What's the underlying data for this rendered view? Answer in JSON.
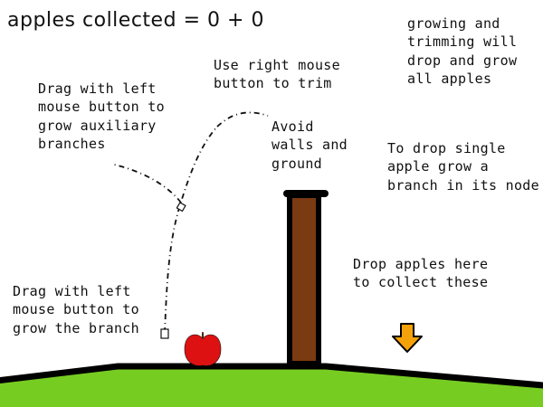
{
  "hud": {
    "score_label": "apples collected",
    "score_equals": "=",
    "score_a": "0",
    "score_plus": "+",
    "score_b": "0"
  },
  "hints": {
    "growing_trimming": [
      "growing and",
      "trimming will",
      "drop and grow",
      "all apples"
    ],
    "right_mouse": [
      "Use right mouse",
      "button to trim"
    ],
    "auxiliary": [
      "Drag with left",
      "mouse button to",
      "grow auxiliary",
      "branches"
    ],
    "avoid": [
      "Avoid",
      "walls and",
      "ground"
    ],
    "drop_single": [
      "To drop single",
      "apple grow a",
      "branch in its node"
    ],
    "drop_here": [
      "Drop apples here",
      "to collect these"
    ],
    "grow_branch": [
      "Drag with left",
      "mouse button to",
      "grow the branch"
    ]
  },
  "colors": {
    "ground_fill": "#77cc22",
    "ground_outline": "#000000",
    "wall_fill": "#7a3b12",
    "wall_outline": "#000000",
    "apple": "#dd1111",
    "apple_stem": "#4a2a0a",
    "arrow_fill": "#f5a20a",
    "arrow_outline": "#000000",
    "dashed_line": "#111111"
  },
  "icons": {
    "drop_arrow": "down-arrow-icon",
    "apple": "apple-icon"
  }
}
